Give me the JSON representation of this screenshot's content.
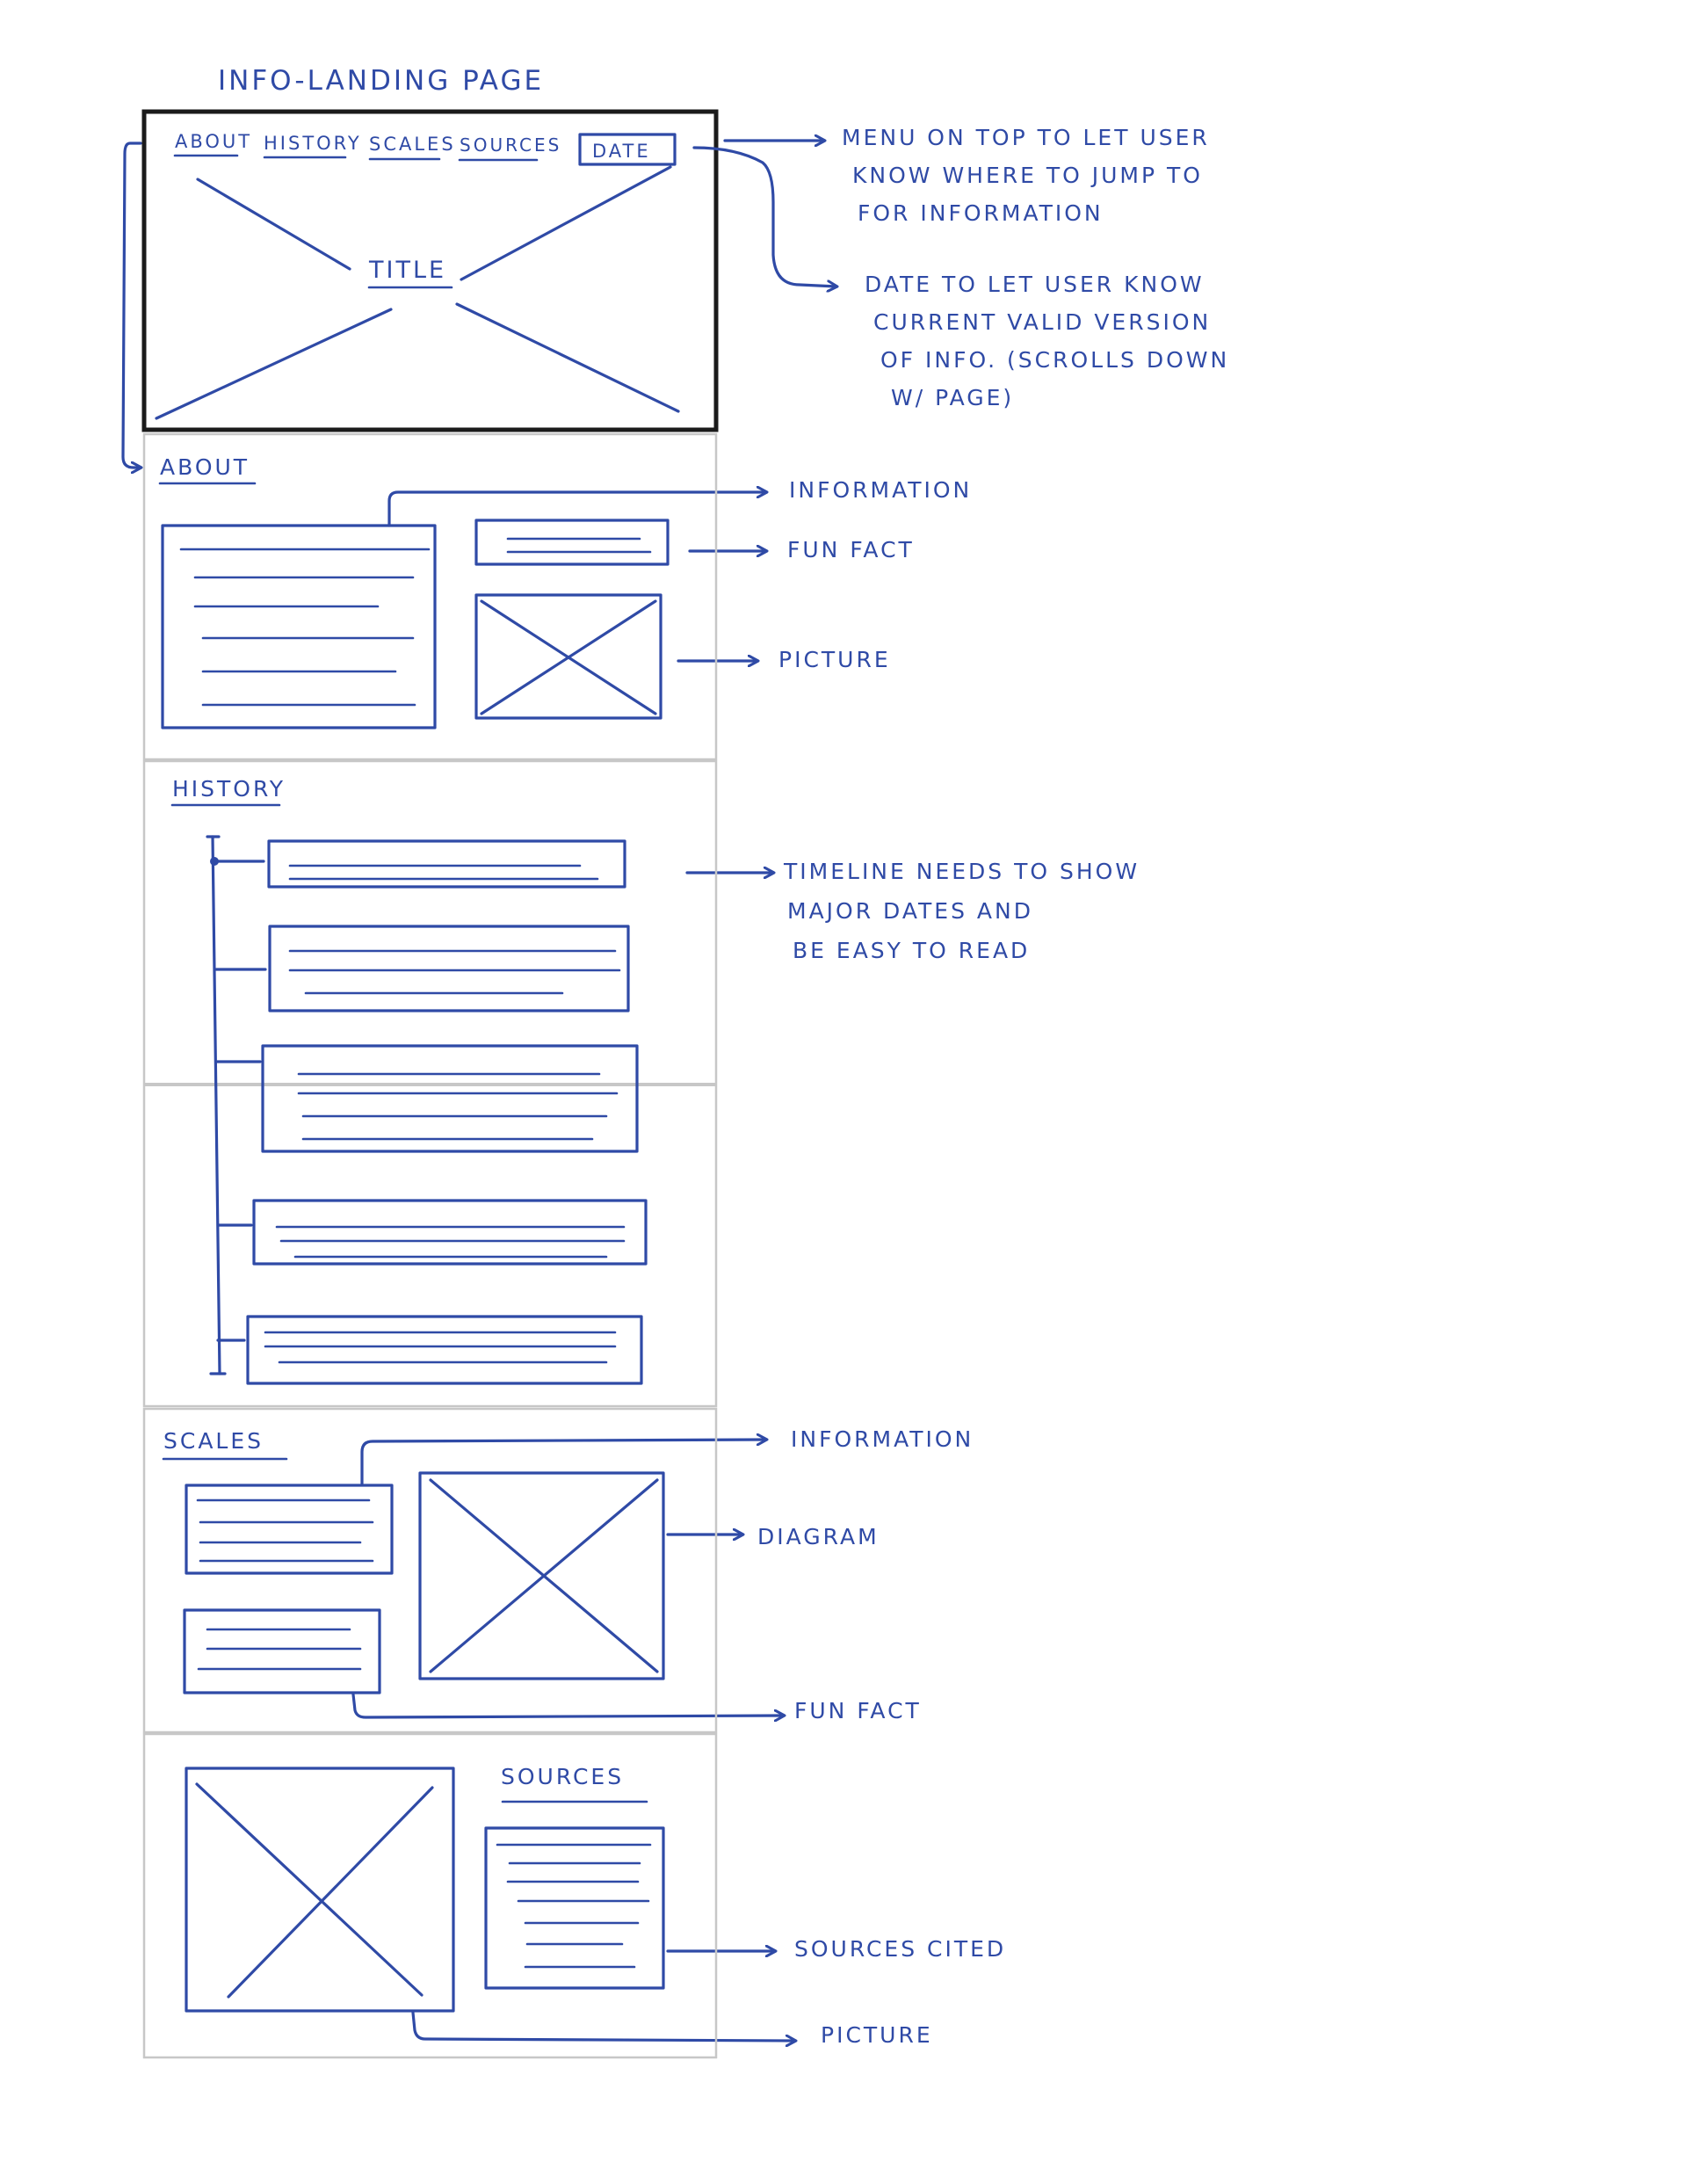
{
  "page_title": "INFO-LANDING PAGE",
  "nav": {
    "about": "ABOUT",
    "history": "HISTORY",
    "scales": "SCALES",
    "sources": "SOURCES",
    "date": "DATE"
  },
  "hero": {
    "title": "TITLE"
  },
  "sections": {
    "about": "ABOUT",
    "history": "HISTORY",
    "scales": "SCALES",
    "sources": "SOURCES"
  },
  "notes": {
    "menu": [
      "MENU ON TOP TO LET USER",
      "KNOW WHERE TO JUMP TO",
      "FOR INFORMATION"
    ],
    "date": [
      "DATE TO LET USER KNOW",
      "CURRENT VALID VERSION",
      "OF INFO. (SCROLLS DOWN",
      "W/ PAGE)"
    ],
    "about_information": "INFORMATION",
    "about_fun_fact": "FUN FACT",
    "about_picture": "PICTURE",
    "timeline": [
      "TIMELINE NEEDS TO SHOW",
      "MAJOR DATES AND",
      "BE EASY TO READ"
    ],
    "scales_information": "INFORMATION",
    "scales_diagram": "DIAGRAM",
    "scales_fun_fact": "FUN FACT",
    "sources_cited": "SOURCES CITED",
    "sources_picture": "PICTURE"
  },
  "colors": {
    "ink": "#2f4aa6",
    "frame": "#1b1b1b",
    "section_border": "#c7c7c7"
  }
}
